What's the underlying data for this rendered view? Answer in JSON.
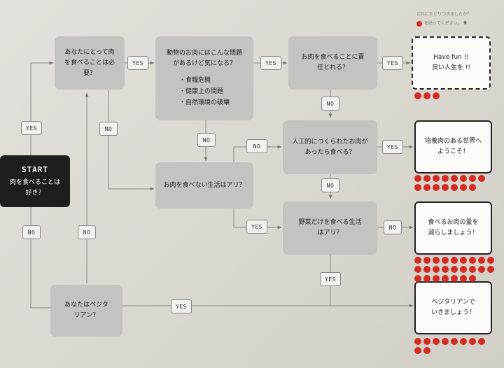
{
  "note": {
    "line1": "どれにたどりつきましたか？",
    "line2": "を貼ってください。",
    "arrow": "🡇"
  },
  "start": {
    "title": "START",
    "question": "肉を食べることは好き？"
  },
  "q_need": {
    "text": "あなたにとって肉を食べることは必要？"
  },
  "q_concern": {
    "text": "動物のお肉にはこんな問題があるけど気になる？",
    "items": [
      "・食糧危機",
      "・健康上の問題",
      "・自然環境の破壊"
    ]
  },
  "q_responsible": {
    "text": "お肉を食べることに責任とれる？"
  },
  "q_no_meat": {
    "text": "お肉を食べない生活はアリ？"
  },
  "q_artificial": {
    "text": "人工的につくられたお肉があったら食べる？"
  },
  "q_veggie_life": {
    "text": "野菜だけを食べる生活はアリ？"
  },
  "q_vegetarian": {
    "text": "あなたはベジタリアン？"
  },
  "r_fun": {
    "line1": "Have fun !!",
    "line2": "良い人生を !!"
  },
  "r_cultured": {
    "text": "培養肉のある世界へようこそ！"
  },
  "r_reduce": {
    "text": "食べるお肉の量を減らしましょう！"
  },
  "r_vegetarian": {
    "text": "ベジタリアンでいきましょう！"
  },
  "labels": {
    "yes": "YES",
    "no": "NO"
  },
  "votes": {
    "fun": 3,
    "cultured": 15,
    "reduce": 25,
    "vegetarian": 10
  },
  "colors": {
    "dot": "#d42a22",
    "start_bg": "#1e1e1e",
    "question_bg": "#c5c3c0"
  }
}
